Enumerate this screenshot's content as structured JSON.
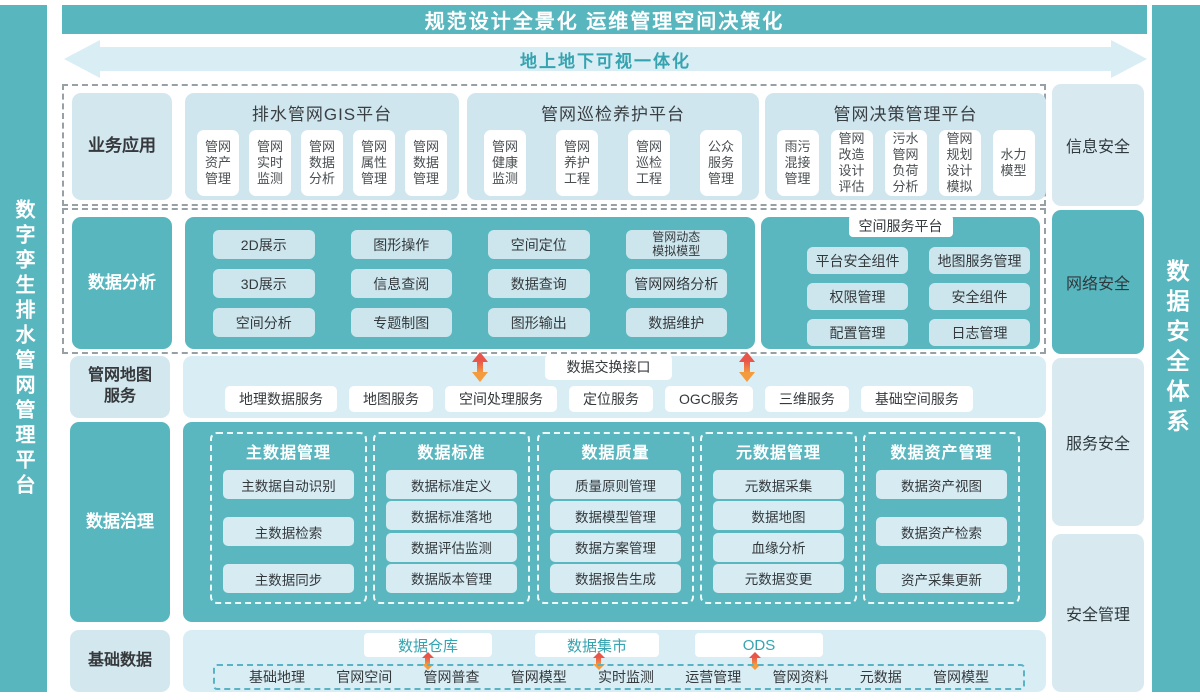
{
  "left_bar": {
    "title": "数字孪生排水管网管理平台"
  },
  "right_bar": {
    "title": "数据安全体系"
  },
  "header": {
    "title": "规范设计全景化  运维管理空间决策化"
  },
  "banner": {
    "text": "地上地下可视一体化"
  },
  "colors": {
    "teal": "#58b6be",
    "light_blue": "#d3e7ef",
    "band_blue": "#d9edf4",
    "pill_blue": "#cde6ed",
    "arrow_red": "#e8554b",
    "arrow_orange": "#f49b3e",
    "store_text_teal": "#35a4b0"
  },
  "business": {
    "label": "业务应用",
    "platforms": [
      {
        "title": "排水管网GIS平台",
        "cards": [
          "管网\n资产\n管理",
          "管网\n实时\n监测",
          "管网\n数据\n分析",
          "管网\n属性\n管理",
          "管网\n数据\n管理"
        ]
      },
      {
        "title": "管网巡检养护平台",
        "cards": [
          "管网\n健康\n监测",
          "管网\n养护\n工程",
          "管网\n巡检\n工程",
          "公众\n服务\n管理"
        ]
      },
      {
        "title": "管网决策管理平台",
        "cards": [
          "雨污\n混接\n管理",
          "管网\n改造\n设计\n评估",
          "污水\n管网\n负荷\n分析",
          "管网\n规划\n设计\n模拟",
          "水力\n模型"
        ]
      }
    ]
  },
  "analysis": {
    "label": "数据分析",
    "items": [
      "2D展示",
      "图形操作",
      "空间定位",
      "管网动态\n模拟模型",
      "3D展示",
      "信息查阅",
      "数据查询",
      "管网网络分析",
      "空间分析",
      "专题制图",
      "图形输出",
      "数据维护"
    ],
    "spatial": {
      "title": "空间服务平台",
      "items": [
        "平台安全组件",
        "地图服务管理",
        "权限管理",
        "安全组件",
        "配置管理",
        "日志管理"
      ]
    }
  },
  "map_service": {
    "label": "管网地图\n服务",
    "exchange": "数据交换接口",
    "services": [
      "地理数据服务",
      "地图服务",
      "空间处理服务",
      "定位服务",
      "OGC服务",
      "三维服务",
      "基础空间服务"
    ]
  },
  "governance": {
    "label": "数据治理",
    "columns": [
      {
        "title": "主数据管理",
        "items": [
          "主数据自动识别",
          "主数据检索",
          "主数据同步"
        ]
      },
      {
        "title": "数据标准",
        "items": [
          "数据标准定义",
          "数据标准落地",
          "数据评估监测",
          "数据版本管理"
        ]
      },
      {
        "title": "数据质量",
        "items": [
          "质量原则管理",
          "数据模型管理",
          "数据方案管理",
          "数据报告生成"
        ]
      },
      {
        "title": "元数据管理",
        "items": [
          "元数据采集",
          "数据地图",
          "血缘分析",
          "元数据变更"
        ]
      },
      {
        "title": "数据资产管理",
        "items": [
          "数据资产视图",
          "数据资产检索",
          "资产采集更新"
        ]
      }
    ]
  },
  "base_data": {
    "label": "基础数据",
    "stores": [
      "数据仓库",
      "数据集市",
      "ODS"
    ],
    "sources": [
      "基础地理",
      "官网空间",
      "管网普查",
      "管网模型",
      "实时监测",
      "运营管理",
      "管网资料",
      "元数据",
      "管网模型"
    ]
  },
  "security": {
    "items": [
      "信息安全",
      "网络安全",
      "服务安全",
      "安全管理"
    ]
  }
}
